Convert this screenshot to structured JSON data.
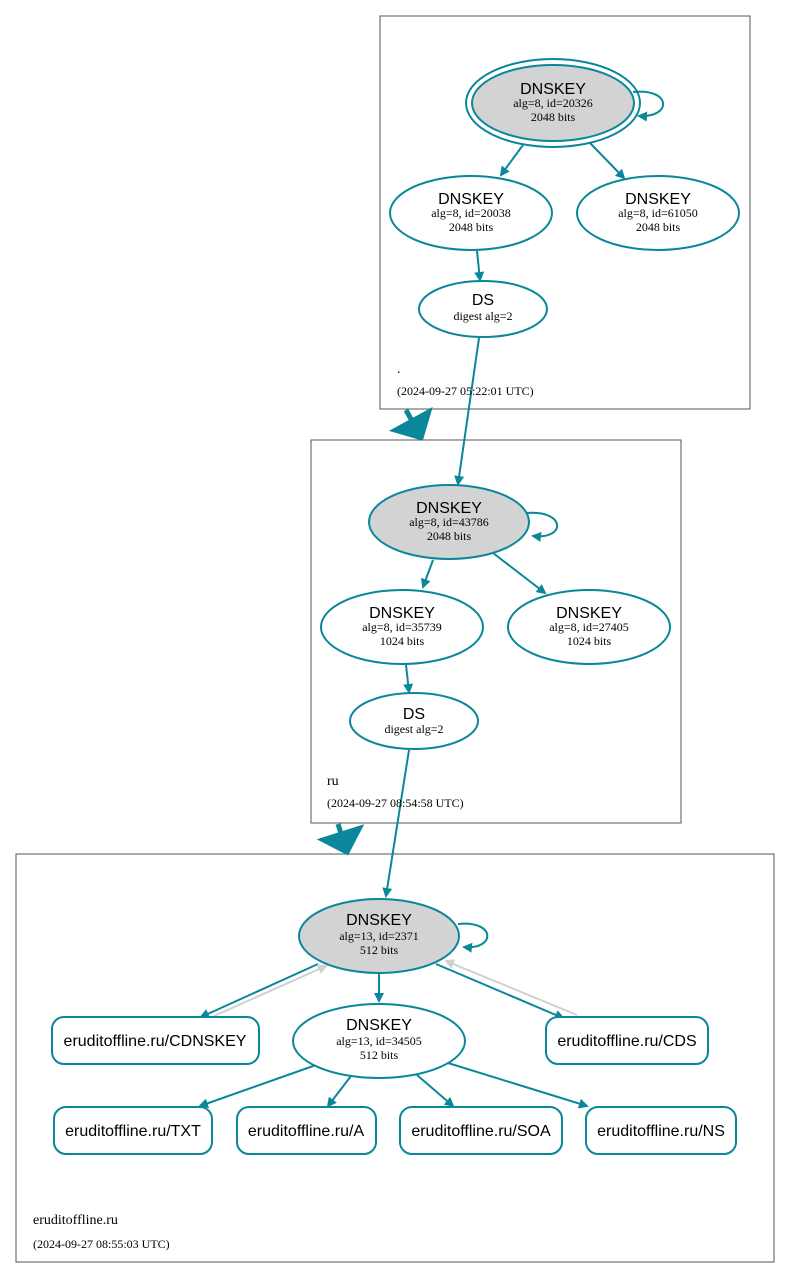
{
  "colors": {
    "edge": "#0a879a",
    "ksk_fill": "#d3d3d3",
    "zone_border": "#555555",
    "cds_arrow": "#d0d0d0"
  },
  "zones": {
    "root": {
      "name": ".",
      "timestamp": "(2024-09-27 05:22:01 UTC)"
    },
    "ru": {
      "name": "ru",
      "timestamp": "(2024-09-27 08:54:58 UTC)"
    },
    "domain": {
      "name": "eruditoffline.ru",
      "timestamp": "(2024-09-27 08:55:03 UTC)"
    }
  },
  "nodes": {
    "root_ksk": {
      "title": "DNSKEY",
      "line1": "alg=8, id=20326",
      "line2": "2048 bits"
    },
    "root_zsk1": {
      "title": "DNSKEY",
      "line1": "alg=8, id=20038",
      "line2": "2048 bits"
    },
    "root_zsk2": {
      "title": "DNSKEY",
      "line1": "alg=8, id=61050",
      "line2": "2048 bits"
    },
    "root_ds": {
      "title": "DS",
      "line1": "digest alg=2"
    },
    "ru_ksk": {
      "title": "DNSKEY",
      "line1": "alg=8, id=43786",
      "line2": "2048 bits"
    },
    "ru_zsk1": {
      "title": "DNSKEY",
      "line1": "alg=8, id=35739",
      "line2": "1024 bits"
    },
    "ru_zsk2": {
      "title": "DNSKEY",
      "line1": "alg=8, id=27405",
      "line2": "1024 bits"
    },
    "ru_ds": {
      "title": "DS",
      "line1": "digest alg=2"
    },
    "dom_ksk": {
      "title": "DNSKEY",
      "line1": "alg=13, id=2371",
      "line2": "512 bits"
    },
    "dom_zsk": {
      "title": "DNSKEY",
      "line1": "alg=13, id=34505",
      "line2": "512 bits"
    }
  },
  "records": {
    "cdnskey": "eruditoffline.ru/CDNSKEY",
    "cds": "eruditoffline.ru/CDS",
    "txt": "eruditoffline.ru/TXT",
    "a": "eruditoffline.ru/A",
    "soa": "eruditoffline.ru/SOA",
    "ns": "eruditoffline.ru/NS"
  }
}
